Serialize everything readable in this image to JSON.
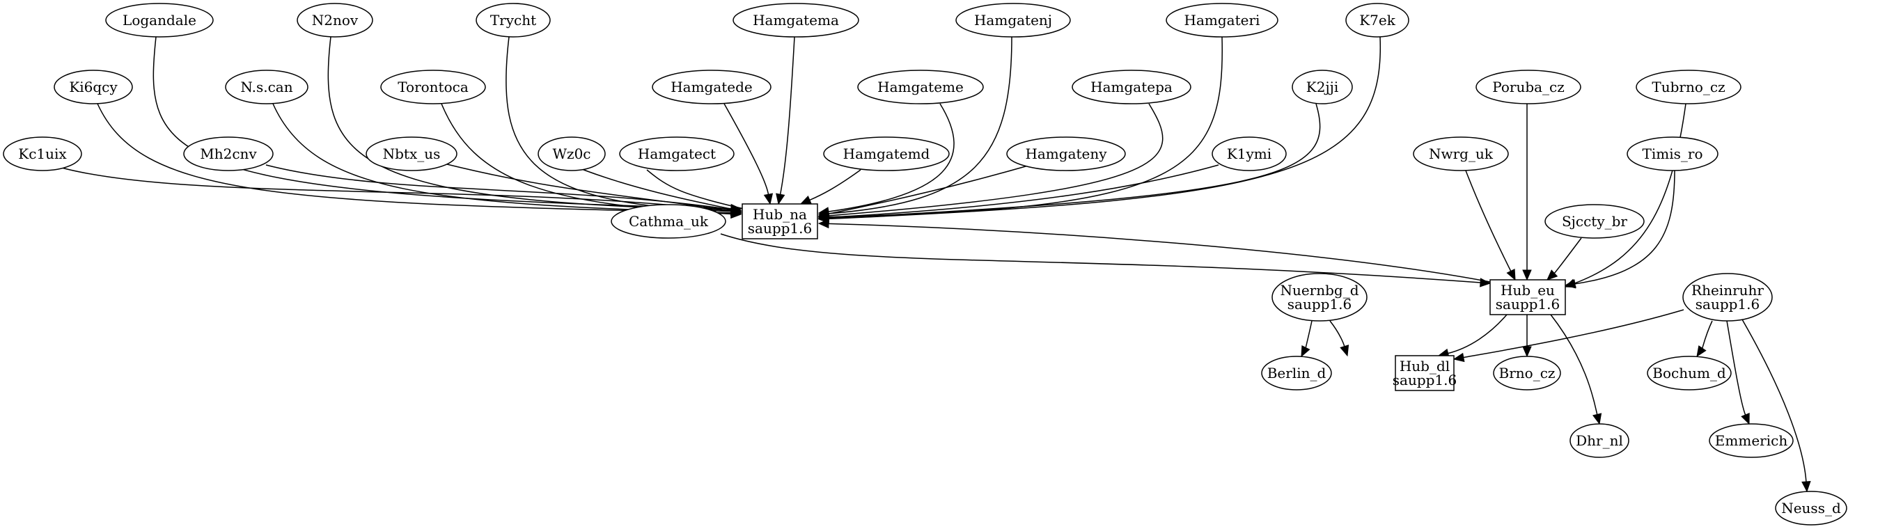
{
  "graph": {
    "type": "directed",
    "nodes": [
      {
        "id": "logandale",
        "label": [
          "Logandale"
        ],
        "shape": "ellipse"
      },
      {
        "id": "n2nov",
        "label": [
          "N2nov"
        ],
        "shape": "ellipse"
      },
      {
        "id": "trycht",
        "label": [
          "Trycht"
        ],
        "shape": "ellipse"
      },
      {
        "id": "hamgatema",
        "label": [
          "Hamgatema"
        ],
        "shape": "ellipse"
      },
      {
        "id": "hamgatenj",
        "label": [
          "Hamgatenj"
        ],
        "shape": "ellipse"
      },
      {
        "id": "hamgateri",
        "label": [
          "Hamgateri"
        ],
        "shape": "ellipse"
      },
      {
        "id": "k7ek",
        "label": [
          "K7ek"
        ],
        "shape": "ellipse"
      },
      {
        "id": "ki6qcy",
        "label": [
          "Ki6qcy"
        ],
        "shape": "ellipse"
      },
      {
        "id": "nscan",
        "label": [
          "N.s.can"
        ],
        "shape": "ellipse"
      },
      {
        "id": "torontoca",
        "label": [
          "Torontoca"
        ],
        "shape": "ellipse"
      },
      {
        "id": "hamgatede",
        "label": [
          "Hamgatede"
        ],
        "shape": "ellipse"
      },
      {
        "id": "hamgateme",
        "label": [
          "Hamgateme"
        ],
        "shape": "ellipse"
      },
      {
        "id": "hamgatepa",
        "label": [
          "Hamgatepa"
        ],
        "shape": "ellipse"
      },
      {
        "id": "k2jji",
        "label": [
          "K2jji"
        ],
        "shape": "ellipse"
      },
      {
        "id": "poruba_cz",
        "label": [
          "Poruba_cz"
        ],
        "shape": "ellipse"
      },
      {
        "id": "tubrno_cz",
        "label": [
          "Tubrno_cz"
        ],
        "shape": "ellipse"
      },
      {
        "id": "kc1uix",
        "label": [
          "Kc1uix"
        ],
        "shape": "ellipse"
      },
      {
        "id": "mh2cnv",
        "label": [
          "Mh2cnv"
        ],
        "shape": "ellipse"
      },
      {
        "id": "nbtx_us",
        "label": [
          "Nbtx_us"
        ],
        "shape": "ellipse"
      },
      {
        "id": "wz0c",
        "label": [
          "Wz0c"
        ],
        "shape": "ellipse"
      },
      {
        "id": "hamgatect",
        "label": [
          "Hamgatect"
        ],
        "shape": "ellipse"
      },
      {
        "id": "hamgatemd",
        "label": [
          "Hamgatemd"
        ],
        "shape": "ellipse"
      },
      {
        "id": "hamgateny",
        "label": [
          "Hamgateny"
        ],
        "shape": "ellipse"
      },
      {
        "id": "k1ymi",
        "label": [
          "K1ymi"
        ],
        "shape": "ellipse"
      },
      {
        "id": "nwrg_uk",
        "label": [
          "Nwrg_uk"
        ],
        "shape": "ellipse"
      },
      {
        "id": "timis_ro",
        "label": [
          "Timis_ro"
        ],
        "shape": "ellipse"
      },
      {
        "id": "cathma_uk",
        "label": [
          "Cathma_uk"
        ],
        "shape": "ellipse"
      },
      {
        "id": "hub_na",
        "label": [
          "Hub_na",
          "saupp1.6"
        ],
        "shape": "box"
      },
      {
        "id": "sjccty_br",
        "label": [
          "Sjccty_br"
        ],
        "shape": "ellipse"
      },
      {
        "id": "nuernbg_d",
        "label": [
          "Nuernbg_d",
          "saupp1.6"
        ],
        "shape": "ellipse"
      },
      {
        "id": "hub_eu",
        "label": [
          "Hub_eu",
          "saupp1.6"
        ],
        "shape": "box"
      },
      {
        "id": "rheinruhr",
        "label": [
          "Rheinruhr",
          "saupp1.6"
        ],
        "shape": "ellipse"
      },
      {
        "id": "berlin_d",
        "label": [
          "Berlin_d"
        ],
        "shape": "ellipse"
      },
      {
        "id": "hub_dl",
        "label": [
          "Hub_dl",
          "saupp1.6"
        ],
        "shape": "box"
      },
      {
        "id": "brno_cz",
        "label": [
          "Brno_cz"
        ],
        "shape": "ellipse"
      },
      {
        "id": "bochum_d",
        "label": [
          "Bochum_d"
        ],
        "shape": "ellipse"
      },
      {
        "id": "dhr_nl",
        "label": [
          "Dhr_nl"
        ],
        "shape": "ellipse"
      },
      {
        "id": "emmerich",
        "label": [
          "Emmerich"
        ],
        "shape": "ellipse"
      },
      {
        "id": "neuss_d",
        "label": [
          "Neuss_d"
        ],
        "shape": "ellipse"
      }
    ],
    "edges": [
      {
        "from": "logandale",
        "to": "hub_na"
      },
      {
        "from": "n2nov",
        "to": "hub_na"
      },
      {
        "from": "trycht",
        "to": "hub_na"
      },
      {
        "from": "hamgatema",
        "to": "hub_na"
      },
      {
        "from": "hamgatenj",
        "to": "hub_na"
      },
      {
        "from": "hamgateri",
        "to": "hub_na"
      },
      {
        "from": "k7ek",
        "to": "hub_na"
      },
      {
        "from": "ki6qcy",
        "to": "hub_na"
      },
      {
        "from": "nscan",
        "to": "hub_na"
      },
      {
        "from": "torontoca",
        "to": "hub_na"
      },
      {
        "from": "hamgatede",
        "to": "hub_na"
      },
      {
        "from": "hamgateme",
        "to": "hub_na"
      },
      {
        "from": "hamgatepa",
        "to": "hub_na"
      },
      {
        "from": "k2jji",
        "to": "hub_na"
      },
      {
        "from": "kc1uix",
        "to": "hub_na"
      },
      {
        "from": "mh2cnv",
        "to": "hub_na"
      },
      {
        "from": "nbtx_us",
        "to": "hub_na"
      },
      {
        "from": "wz0c",
        "to": "hub_na"
      },
      {
        "from": "hamgatect",
        "to": "hub_na"
      },
      {
        "from": "hamgatemd",
        "to": "hub_na"
      },
      {
        "from": "hamgateny",
        "to": "hub_na"
      },
      {
        "from": "k1ymi",
        "to": "hub_na"
      },
      {
        "from": "hub_eu",
        "to": "hub_na"
      },
      {
        "from": "cathma_uk",
        "to": "hub_eu"
      },
      {
        "from": "poruba_cz",
        "to": "hub_eu"
      },
      {
        "from": "nwrg_uk",
        "to": "hub_eu"
      },
      {
        "from": "sjccty_br",
        "to": "hub_eu"
      },
      {
        "from": "timis_ro",
        "to": "hub_eu"
      },
      {
        "from": "tubrno_cz",
        "to": "hub_eu"
      },
      {
        "from": "hub_eu",
        "to": "hub_dl"
      },
      {
        "from": "hub_eu",
        "to": "brno_cz"
      },
      {
        "from": "hub_eu",
        "to": "dhr_nl"
      },
      {
        "from": "nuernbg_d",
        "to": "berlin_d"
      },
      {
        "from": "nuernbg_d",
        "to": "hub_dl"
      },
      {
        "from": "rheinruhr",
        "to": "hub_dl"
      },
      {
        "from": "rheinruhr",
        "to": "bochum_d"
      },
      {
        "from": "rheinruhr",
        "to": "emmerich"
      },
      {
        "from": "rheinruhr",
        "to": "neuss_d"
      }
    ]
  }
}
